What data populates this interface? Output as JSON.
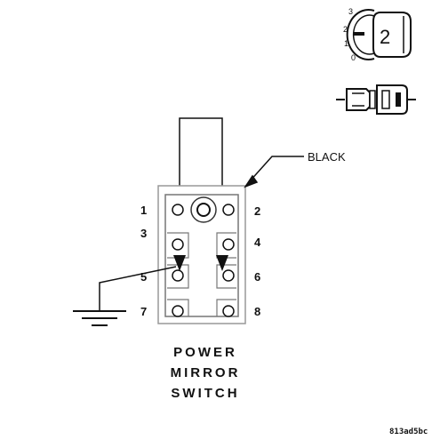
{
  "diagram": {
    "title_lines": [
      "POWER",
      "MIRROR",
      "SWITCH"
    ],
    "connector_color_label": "BLACK",
    "reference_code": "813ad5bc",
    "pins": {
      "p1": "1",
      "p2": "2",
      "p3": "3",
      "p4": "4",
      "p5": "5",
      "p6": "6",
      "p7": "7",
      "p8": "8"
    },
    "position_icon": {
      "scale": [
        "3",
        "2",
        "1",
        "0"
      ],
      "selected": "2"
    }
  }
}
